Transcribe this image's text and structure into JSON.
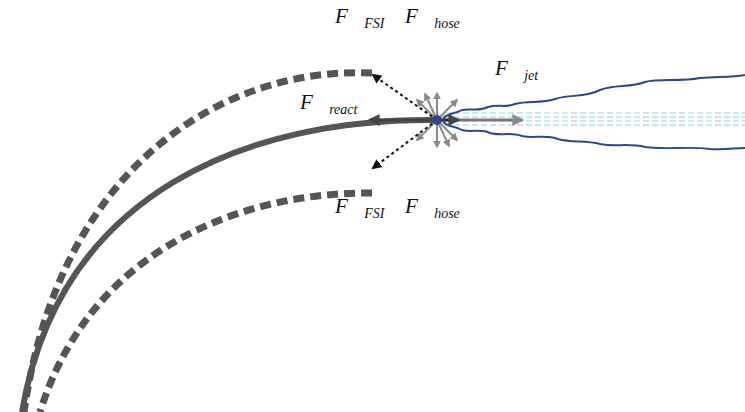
{
  "diagram": {
    "labels": [
      "F⃗FSI",
      "F⃗hose",
      "F⃗jet",
      "F⃗react",
      "F⃗FSI",
      "F⃗hose"
    ]
  }
}
